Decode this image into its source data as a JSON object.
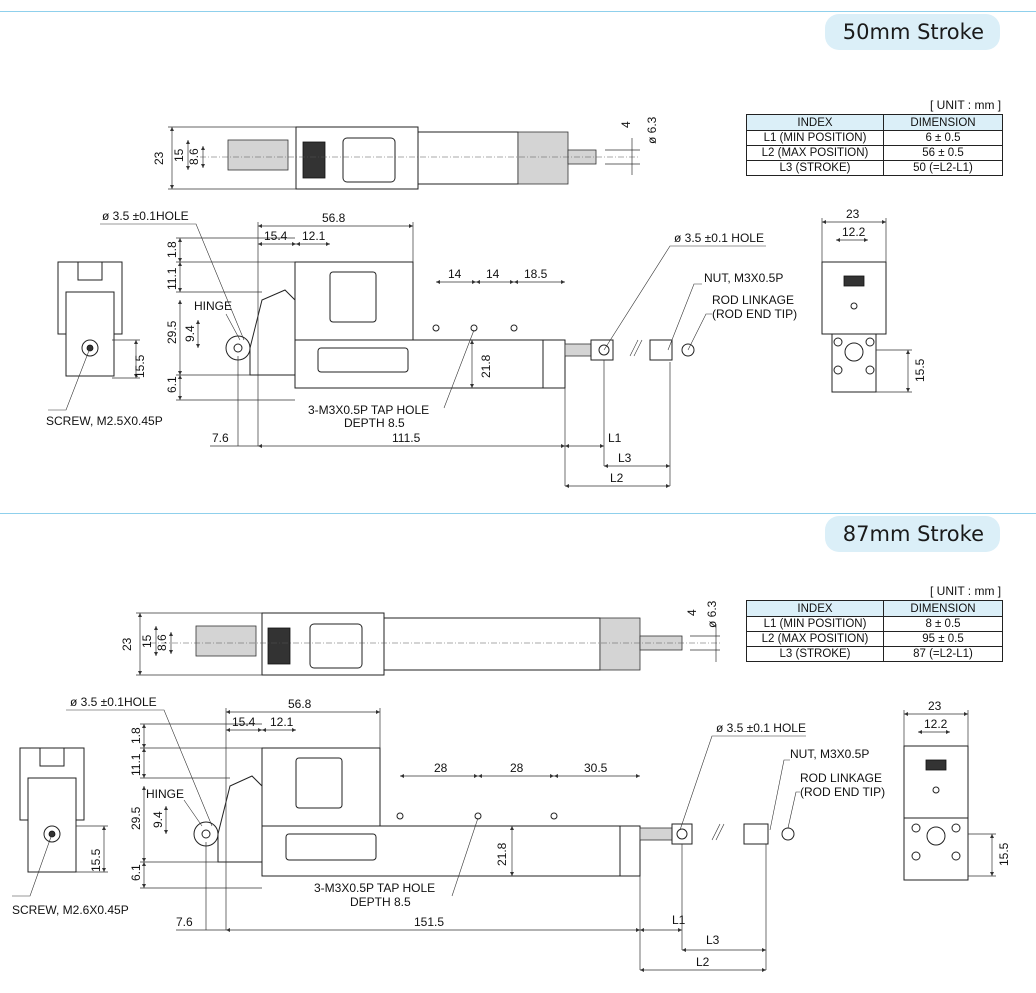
{
  "sections": [
    {
      "title": "50mm Stroke",
      "unit": "[ UNIT : mm ]",
      "table": {
        "headers": [
          "INDEX",
          "DIMENSION"
        ],
        "rows": [
          [
            "L1 (MIN POSITION)",
            "6 ± 0.5"
          ],
          [
            "L2 (MAX POSITION)",
            "56 ± 0.5"
          ],
          [
            "L3 (STROKE)",
            "50 (=L2-L1)"
          ]
        ]
      },
      "labels": {
        "hole_left": "ø 3.5  ±0.1HOLE",
        "hole_right": "ø 3.5  ±0.1 HOLE",
        "hinge": "HINGE",
        "screw": "SCREW, M2.5X0.45P",
        "nut": "NUT, M3X0.5P",
        "rod_linkage": "ROD LINKAGE",
        "rod_end_tip": "(ROD END TIP)",
        "tap_hole": "3-M3X0.5P TAP HOLE",
        "depth": "DEPTH 8.5"
      },
      "dimensions": {
        "top_height": "23",
        "top_15": "15",
        "top_8_6": "8.6",
        "top_4": "4",
        "top_d6_3": "ø 6.3",
        "width_56_8": "56.8",
        "d15_4": "15.4",
        "d12_1": "12.1",
        "d1_8": "1.8",
        "d11_1": "11.1",
        "d29_5": "29.5",
        "d9_4": "9.4",
        "d6_1": "6.1",
        "d15_5_left": "15.5",
        "p1": "14",
        "p2": "14",
        "p3": "18.5",
        "d21_8": "21.8",
        "d7_6": "7.6",
        "length": "111.5",
        "L1": "L1",
        "L3": "L3",
        "L2": "L2",
        "end_23": "23",
        "end_12_2": "12.2",
        "end_15_5": "15.5"
      }
    },
    {
      "title": "87mm Stroke",
      "unit": "[ UNIT : mm ]",
      "table": {
        "headers": [
          "INDEX",
          "DIMENSION"
        ],
        "rows": [
          [
            "L1 (MIN POSITION)",
            "8 ± 0.5"
          ],
          [
            "L2 (MAX POSITION)",
            "95 ± 0.5"
          ],
          [
            "L3 (STROKE)",
            "87 (=L2-L1)"
          ]
        ]
      },
      "labels": {
        "hole_left": "ø 3.5  ±0.1HOLE",
        "hole_right": "ø 3.5  ±0.1 HOLE",
        "hinge": "HINGE",
        "screw": "SCREW, M2.6X0.45P",
        "nut": "NUT, M3X0.5P",
        "rod_linkage": "ROD LINKAGE",
        "rod_end_tip": "(ROD END TIP)",
        "tap_hole": "3-M3X0.5P TAP HOLE",
        "depth": "DEPTH 8.5"
      },
      "dimensions": {
        "top_height": "23",
        "top_15": "15",
        "top_8_6": "8.6",
        "top_4": "4",
        "top_d6_3": "ø 6.3",
        "width_56_8": "56.8",
        "d15_4": "15.4",
        "d12_1": "12.1",
        "d1_8": "1.8",
        "d11_1": "11.1",
        "d29_5": "29.5",
        "d9_4": "9.4",
        "d6_1": "6.1",
        "d15_5_left": "15.5",
        "p1": "28",
        "p2": "28",
        "p3": "30.5",
        "d21_8": "21.8",
        "d7_6": "7.6",
        "length": "151.5",
        "L1": "L1",
        "L3": "L3",
        "L2": "L2",
        "end_23": "23",
        "end_12_2": "12.2",
        "end_15_5": "15.5"
      }
    }
  ],
  "colors": {
    "accent_line": "#8fd0ec",
    "badge_bg": "#dbeff8",
    "table_header_bg": "#dbeff8"
  }
}
